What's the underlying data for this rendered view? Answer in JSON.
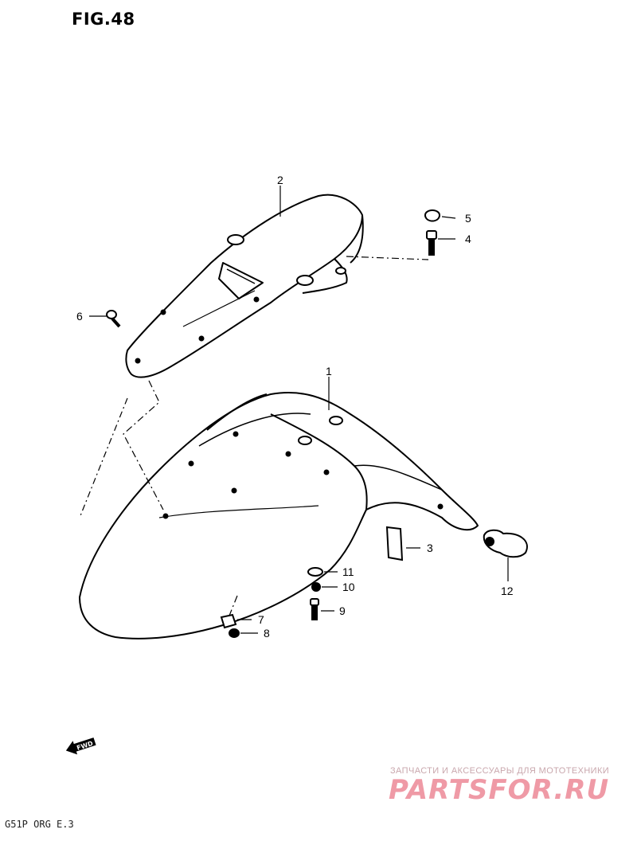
{
  "title": "FIG.48",
  "fwd_label": "FWD",
  "footer_code": "G51P ORG E.3",
  "watermark": {
    "tagline": "ЗАПЧАСТИ И АКСЕССУАРЫ ДЛЯ МОТОТЕХНИКИ",
    "brand": "PARTSFOR.RU"
  },
  "callouts": [
    {
      "id": "1",
      "label": "1"
    },
    {
      "id": "2",
      "label": "2"
    },
    {
      "id": "3",
      "label": "3"
    },
    {
      "id": "4",
      "label": "4"
    },
    {
      "id": "5",
      "label": "5"
    },
    {
      "id": "6",
      "label": "6"
    },
    {
      "id": "7",
      "label": "7"
    },
    {
      "id": "8",
      "label": "8"
    },
    {
      "id": "9",
      "label": "9"
    },
    {
      "id": "10",
      "label": "10"
    },
    {
      "id": "11",
      "label": "11"
    },
    {
      "id": "12",
      "label": "12"
    }
  ]
}
